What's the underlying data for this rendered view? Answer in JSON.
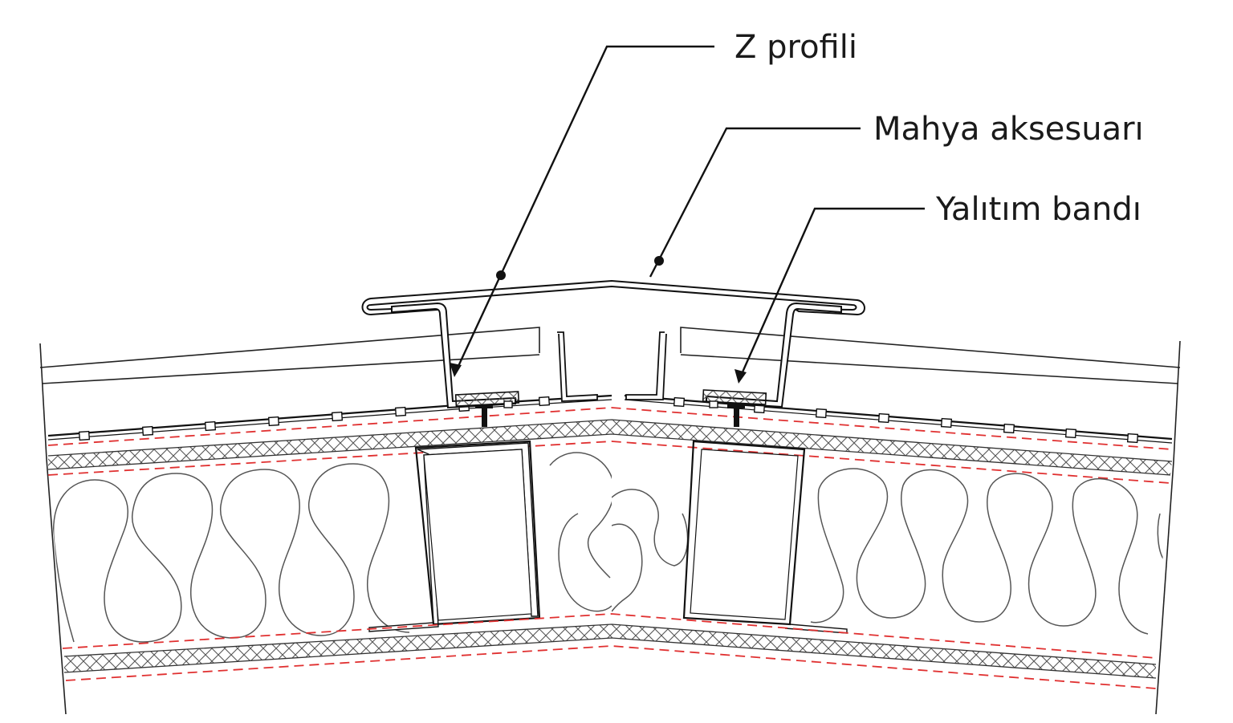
{
  "labels": {
    "z_profili": "Z profili",
    "mahya_aksesuari": "Mahya aksesuarı",
    "yalitim_bandi": "Yalıtım bandı"
  },
  "colors": {
    "line": "#1a1a1a",
    "vapor_barrier": "#e03030",
    "background": "#ffffff"
  }
}
